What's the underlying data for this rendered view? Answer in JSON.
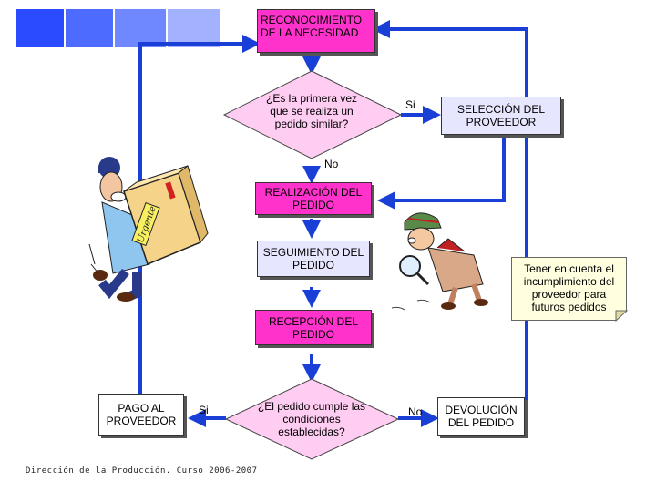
{
  "nodes": {
    "recognition": "RECONOCIMIENTO DE LA NECESIDAD",
    "first_time_question": "¿Es la primera vez que se realiza un pedido similar?",
    "supplier_selection": "SELECCIÓN DEL PROVEEDOR",
    "order_placement": "REALIZACIÓN DEL PEDIDO",
    "order_tracking": "SEGUIMIENTO DEL PEDIDO",
    "order_reception": "RECEPCIÓN DEL PEDIDO",
    "conditions_question": "¿El pedido cumple las condiciones establecidas?",
    "payment": "PAGO AL PROVEEDOR",
    "return": "DEVOLUCIÓN DEL PEDIDO"
  },
  "edge_labels": {
    "yes_top": "Si",
    "no_top": "No",
    "yes_bottom": "Si",
    "no_bottom": "No"
  },
  "note": "Tener en cuenta el incumplimiento del proveedor para futuros pedidos",
  "courier_package_label": "Urgente",
  "footer": "Dirección de la Producción. Curso 2006-2007",
  "colors": {
    "accent": "#1a3fd6",
    "pink": "#ff33cc",
    "light_blue": "#e6e6ff",
    "decor_squares": "#4d6bff"
  }
}
